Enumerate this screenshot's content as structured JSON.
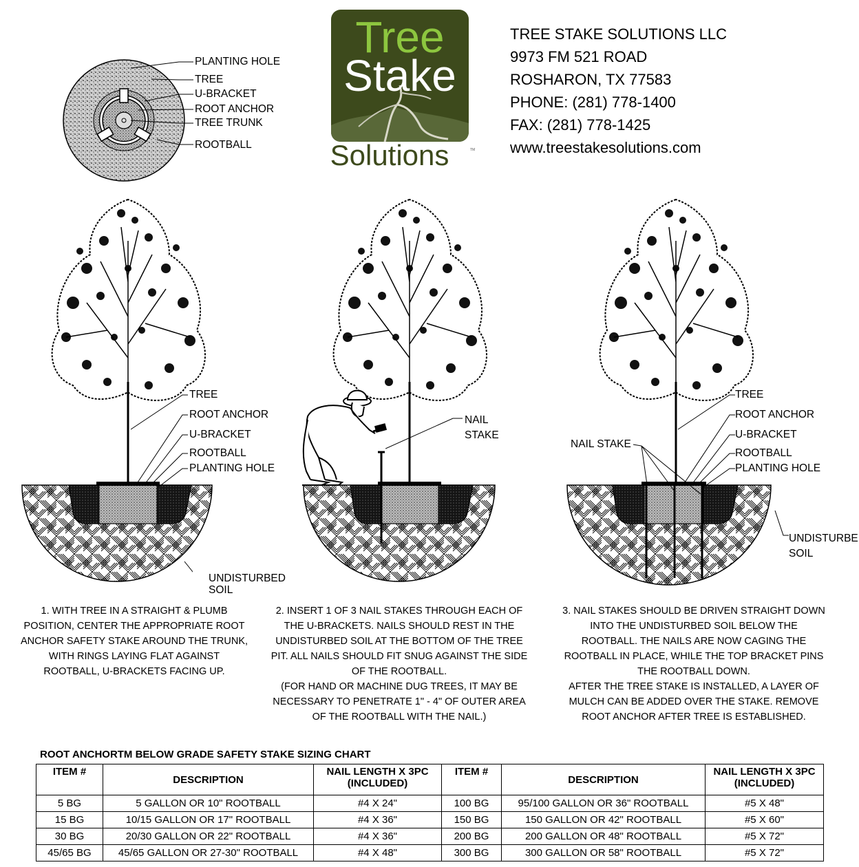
{
  "logo": {
    "line1": "Tree",
    "line2": "Stake",
    "line3": "Solutions",
    "tm": "TM"
  },
  "company": {
    "name": "TREE STAKE SOLUTIONS LLC",
    "address1": "9973 FM 521 ROAD",
    "address2": "ROSHARON, TX 77583",
    "phone": "PHONE: (281) 778-1400",
    "fax": "FAX: (281) 778-1425",
    "website": "www.treestakesolutions.com"
  },
  "plan_view": {
    "labels": [
      "PLANTING HOLE",
      "TREE",
      "U-BRACKET",
      "ROOT ANCHOR",
      "TREE TRUNK",
      "ROOTBALL"
    ]
  },
  "step1": {
    "labels": [
      "TREE",
      "ROOT ANCHOR",
      "U-BRACKET",
      "ROOTBALL",
      "PLANTING HOLE"
    ],
    "soil_line1": "UNDISTURBED",
    "soil_line2": "SOIL",
    "caption": [
      "1. WITH TREE IN A STRAIGHT & PLUMB",
      "POSITION, CENTER THE APPROPRIATE ROOT",
      "ANCHOR SAFETY STAKE AROUND THE TRUNK,",
      "WITH RINGS LAYING FLAT AGAINST",
      "ROOTBALL, U-BRACKETS FACING UP."
    ]
  },
  "step2": {
    "nail_line1": "NAIL",
    "nail_line2": "STAKE",
    "caption": [
      "2. INSERT 1 OF 3 NAIL STAKES THROUGH EACH OF",
      "THE U-BRACKETS. NAILS SHOULD REST IN THE",
      "UNDISTURBED SOIL AT THE BOTTOM OF THE TREE",
      "PIT. ALL NAILS SHOULD FIT SNUG AGAINST THE SIDE",
      "OF THE ROOTBALL.",
      "(FOR HAND OR MACHINE DUG TREES, IT MAY BE",
      "NECESSARY TO PENETRATE 1\" - 4\" OF OUTER AREA",
      "OF THE ROOTBALL WITH THE NAIL.)"
    ]
  },
  "step3": {
    "labels": [
      "TREE",
      "ROOT ANCHOR",
      "U-BRACKET",
      "ROOTBALL",
      "PLANTING HOLE"
    ],
    "nail_stake": "NAIL STAKE",
    "soil_line1": "UNDISTURBED",
    "soil_line2": "SOIL",
    "caption": [
      "3. NAIL STAKES SHOULD BE DRIVEN STRAIGHT DOWN",
      "INTO THE UNDISTURBED SOIL BELOW THE",
      "ROOTBALL. THE NAILS ARE NOW CAGING THE",
      "ROOTBALL IN PLACE, WHILE THE TOP BRACKET PINS",
      "THE ROOTBALL DOWN.",
      "AFTER THE TREE STAKE IS INSTALLED, A LAYER OF",
      "MULCH CAN BE ADDED OVER THE STAKE. REMOVE",
      "ROOT ANCHOR AFTER TREE IS ESTABLISHED."
    ]
  },
  "sizing_chart": {
    "title": "ROOT ANCHORTM BELOW GRADE SAFETY STAKE SIZING CHART",
    "headers": [
      "ITEM #",
      "DESCRIPTION",
      "NAIL LENGTH X 3PC",
      "(INCLUDED)"
    ],
    "rows": [
      [
        "5 BG",
        "5 GALLON OR 10\" ROOTBALL",
        "#4 X 24\"",
        "100 BG",
        "95/100 GALLON OR 36\" ROOTBALL",
        "#5 X 48\""
      ],
      [
        "15 BG",
        "10/15 GALLON OR 17\" ROOTBALL",
        "#4 X 36\"",
        "150 BG",
        "150 GALLON OR 42\" ROOTBALL",
        "#5 X 60\""
      ],
      [
        "30 BG",
        "20/30 GALLON OR 22\" ROOTBALL",
        "#4 X 36\"",
        "200 BG",
        "200 GALLON OR 48\" ROOTBALL",
        "#5 X 72\""
      ],
      [
        "45/65 BG",
        "45/65 GALLON OR 27-30\" ROOTBALL",
        "#4 X 48\"",
        "300 BG",
        "300 GALLON OR 58\" ROOTBALL",
        "#5 X 72\""
      ]
    ]
  },
  "colors": {
    "logo_bg": "#3d4a1c",
    "logo_green": "#8dc63f",
    "logo_text": "#3d4a1c"
  }
}
